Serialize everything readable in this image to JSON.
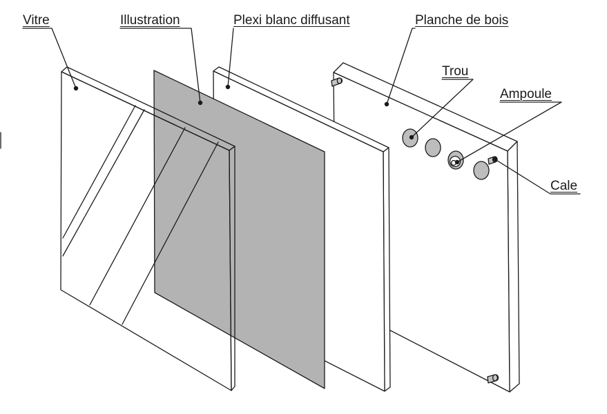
{
  "labels": {
    "vitre": "Vitre",
    "illustration": "Illustration",
    "plexi": "Plexi blanc diffusant",
    "planche": "Planche de bois",
    "trou": "Trou",
    "ampoule": "Ampoule",
    "cale": "Cale"
  },
  "colors": {
    "stroke": "#1a1a1a",
    "illustration_fill": "#b3b3b3",
    "hole_fill": "#bdbdbd",
    "spacer_fill": "#c4c4c4",
    "panel_fill": "#ffffff"
  }
}
